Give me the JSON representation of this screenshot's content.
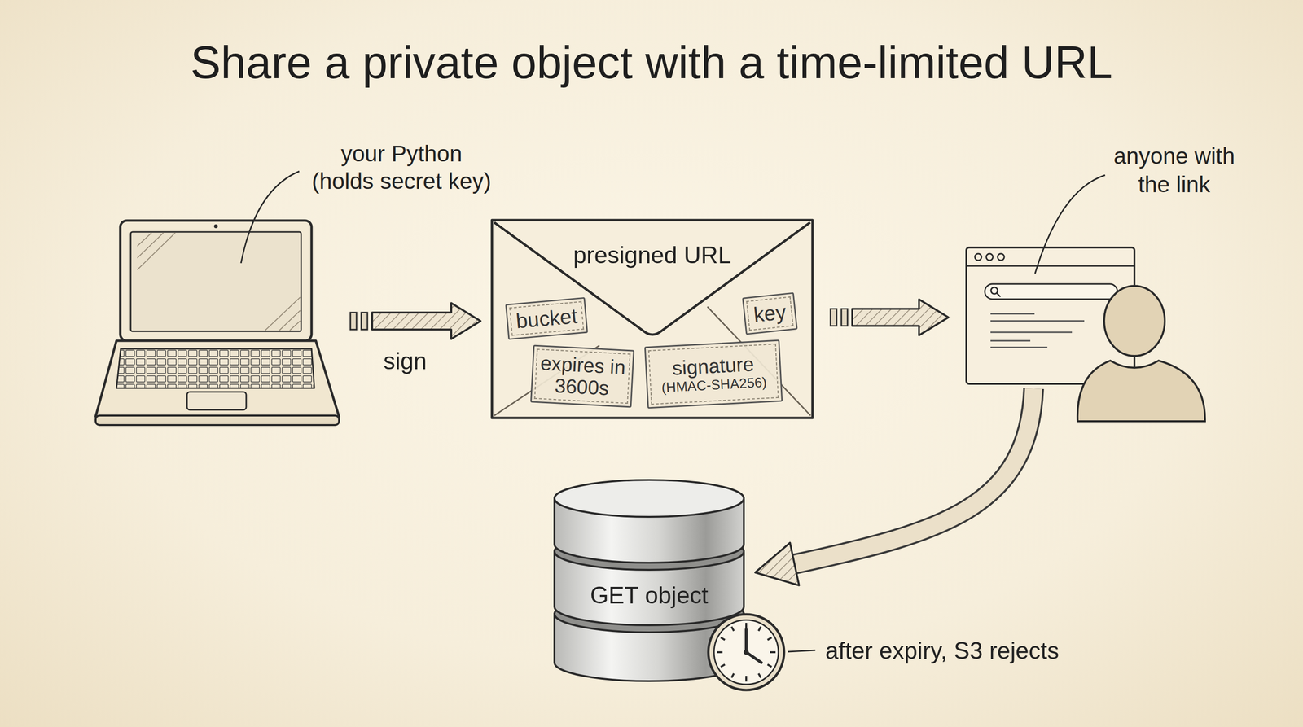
{
  "diagram": {
    "title": "Share a private object with a time-limited URL",
    "nodes": [
      {
        "text": [
          "your Python (holds secret key)"
        ]
      },
      {
        "text": [
          "presigned URL"
        ]
      },
      {
        "text": [
          "bucket"
        ],
        "in": 1
      },
      {
        "text": [
          "key"
        ],
        "in": 1
      },
      {
        "text": [
          "expires in 3600s"
        ],
        "in": 1
      },
      {
        "text": [
          "signature",
          "(HMAC-SHA256)"
        ],
        "in": 1
      },
      {
        "text": [
          "anyone with the link"
        ]
      },
      {
        "text": [
          "GET object"
        ]
      }
    ],
    "edges": [
      {
        "from": 0,
        "to": 1,
        "arrow": "to",
        "label": "sign"
      },
      {
        "from": 1,
        "to": 6,
        "arrow": "to"
      },
      {
        "from": 6,
        "to": 7,
        "arrow": "to"
      }
    ],
    "labels": [
      "after expiry, S3 rejects"
    ]
  }
}
